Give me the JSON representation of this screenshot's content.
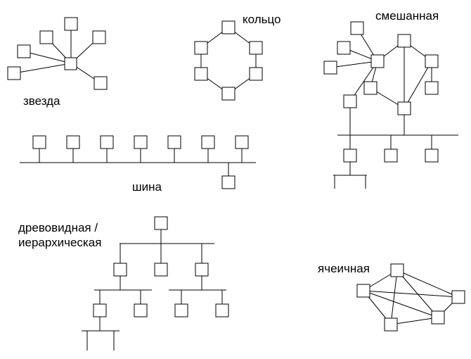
{
  "labels": {
    "star": "звезда",
    "ring": "кольцо",
    "mixed": "смешанная",
    "bus": "шина",
    "tree_line1": "древовидная /",
    "tree_line2": "иерархическая",
    "mesh": "ячеичная"
  },
  "colors": {
    "background": "#ffffff",
    "stroke": "#000000"
  }
}
